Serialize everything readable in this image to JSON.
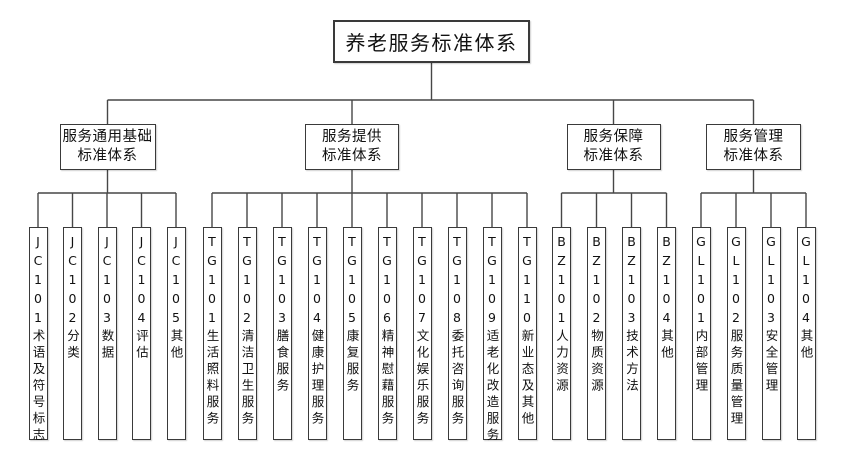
{
  "root": {
    "title": "养老服务标准体系"
  },
  "branches": [
    {
      "line1": "服务通用基础",
      "line2": "标准体系",
      "leaves": [
        "JC101术语及符号标志",
        "JC102分类",
        "JC103数据",
        "JC104评估",
        "JC105其他"
      ]
    },
    {
      "line1": "服务提供",
      "line2": "标准体系",
      "leaves": [
        "TG101生活照料服务",
        "TG102清洁卫生服务",
        "TG103膳食服务",
        "TG104健康护理服务",
        "TG105康复服务",
        "TG106精神慰藉服务",
        "TG107文化娱乐服务",
        "TG108委托咨询服务",
        "TG109适老化改造服务",
        "TG110新业态及其他"
      ]
    },
    {
      "line1": "服务保障",
      "line2": "标准体系",
      "leaves": [
        "BZ101人力资源",
        "BZ102物质资源",
        "BZ103技术方法",
        "BZ104其他"
      ]
    },
    {
      "line1": "服务管理",
      "line2": "标准体系",
      "leaves": [
        "GL101内部管理",
        "GL102服务质量管理",
        "GL103安全管理",
        "GL104其他"
      ]
    }
  ],
  "colors": {
    "line": "#474747",
    "border": "#3a3a3a",
    "text": "#111111",
    "background": "#ffffff"
  }
}
